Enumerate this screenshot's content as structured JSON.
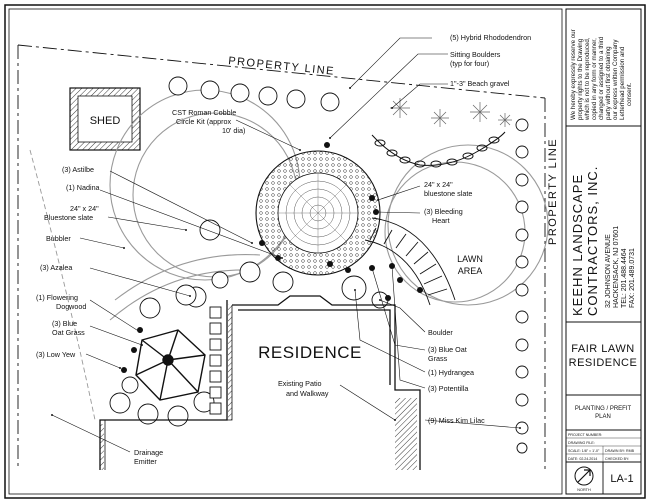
{
  "plan": {
    "shed": "SHED",
    "residence": "RESIDENCE",
    "property_line_top": "PROPERTY LINE",
    "property_line_right": "PROPERTY LINE",
    "lawn_area_1": "LAWN",
    "lawn_area_2": "AREA"
  },
  "labels": {
    "hybrid_rhododendron": "(5) Hybrid Rhododendron",
    "sitting_boulders_1": "Sitting Boulders",
    "sitting_boulders_2": "(typ for four)",
    "beach_gravel": "1\"-3\" Beach gravel",
    "cst_1": "CST Roman Cobble",
    "cst_2": "Circle Kit (approx",
    "cst_3": "10' dia)",
    "astilbe": "(3) Astilbe",
    "nadina": "(1) Nadina",
    "bluestone_left_1": "24\" x 24\"",
    "bluestone_left_2": "Bluestone slate",
    "bubbler": "Bubbler",
    "azalea": "(3) Azalea",
    "dogwood_1": "(1) Flowering",
    "dogwood_2": "Dogwood",
    "blue_oat_left_1": "(3) Blue",
    "blue_oat_left_2": "Oat Grass",
    "low_yew": "(3) Low Yew",
    "drainage_1": "Drainage",
    "drainage_2": "Emitter",
    "bluestone_right_1": "24\" x 24\"",
    "bluestone_right_2": "bluestone slate",
    "bleeding_1": "(3) Bleeding",
    "bleeding_2": "Heart",
    "boulder": "Boulder",
    "blue_oat_right_1": "(3) Blue Oat",
    "blue_oat_right_2": "Grass",
    "hydrangea": "(1) Hydrangea",
    "potentilla": "(3) Potentilla",
    "patio_1": "Existing Patio",
    "patio_2": "and Walkway",
    "lilac": "(9) Miss Kim Lilac"
  },
  "title_block": {
    "disclaimer": [
      "We hereby expressly reserve our",
      "property rights to the Drawing",
      "which is not to be reproduced,",
      "copied in any form or manner,",
      "changed or assigned to a third",
      "party without first obtaining",
      "our express written Company",
      "Letterhead permission and",
      "consent."
    ],
    "company_1": "KEEHN LANDSCAPE",
    "company_2": "CONTRACTORS, INC.",
    "address": [
      "32 JOHNSON AVENUE",
      "HACKENSACK, NJ 07601",
      "TEL: 201.488.4464",
      "FAX: 201.489.0731"
    ],
    "project_1": "FAIR LAWN",
    "project_2": "RESIDENCE",
    "sheet_title_1": "PLANTING / PREFIT",
    "sheet_title_2": "PLAN",
    "info_rows": [
      [
        "PROJECT NUMBER:",
        ""
      ],
      [
        "DRAWING FILE:",
        ""
      ],
      [
        "SCALE: 1/8\" = 1'-0\"",
        "DRAWN BY: RMB"
      ],
      [
        "DATE: 02.24.2014",
        "CHECKED BY:"
      ]
    ],
    "north": "NORTH",
    "sheet_number": "LA-1"
  }
}
